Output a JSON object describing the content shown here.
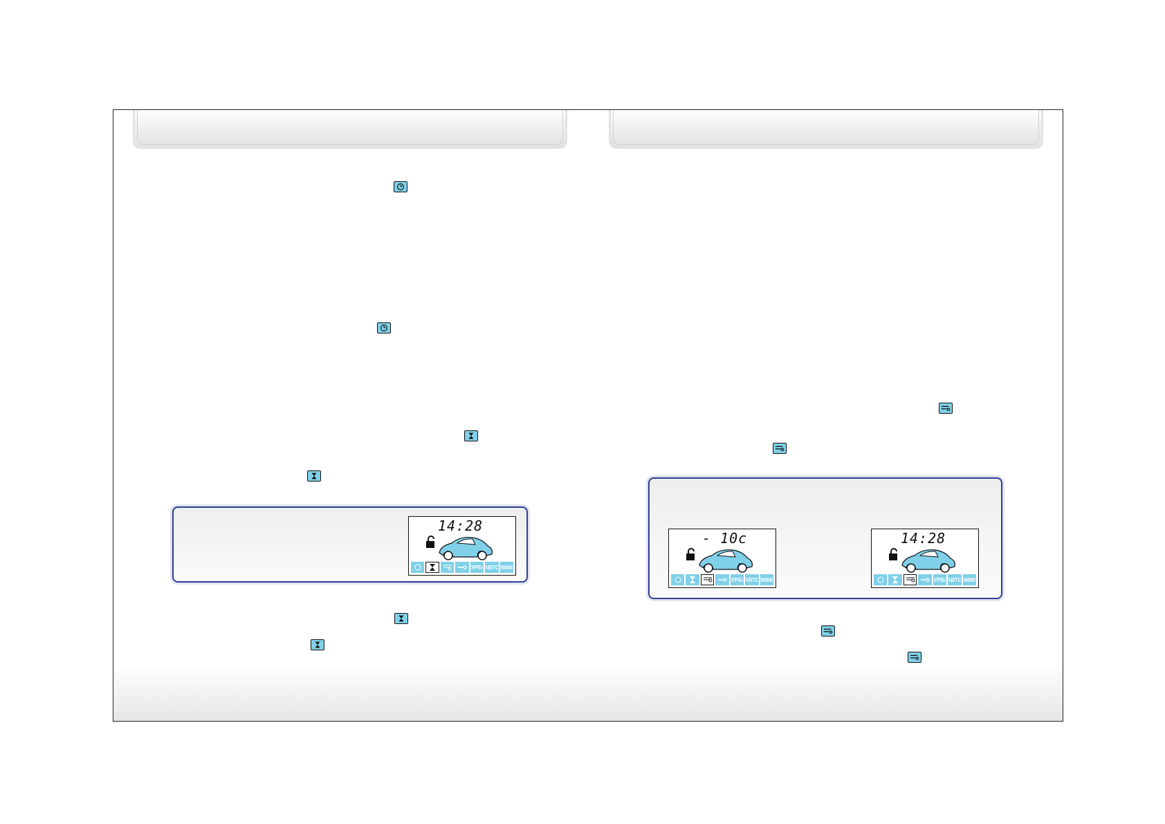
{
  "colors": {
    "accent_blue": "#7fd0e8",
    "box_border": "#2d3e94"
  },
  "icons": {
    "clock": "clock-icon",
    "hourglass": "hourglass-icon",
    "heater_key": "heater-key-icon"
  },
  "lcd_left": {
    "readout": "14:28",
    "icons": [
      "clock",
      "hourglass",
      "heater",
      "key",
      "ТУРБО",
      "АВТО",
      "ИММО"
    ],
    "active": "hourglass"
  },
  "lcd_right_a": {
    "readout": "- 10c",
    "icons": [
      "clock",
      "hourglass",
      "heater",
      "key",
      "ТУРБО",
      "АВТО",
      "ИММО"
    ],
    "active": "heater"
  },
  "lcd_right_b": {
    "readout": "14:28",
    "icons": [
      "clock",
      "hourglass",
      "heater",
      "key",
      "ТУРБО",
      "АВТО",
      "ИММО"
    ],
    "active": "heater"
  },
  "labels": {
    "turbo": "ТУРБО",
    "avto": "АВТО",
    "immo": "ИММО"
  }
}
